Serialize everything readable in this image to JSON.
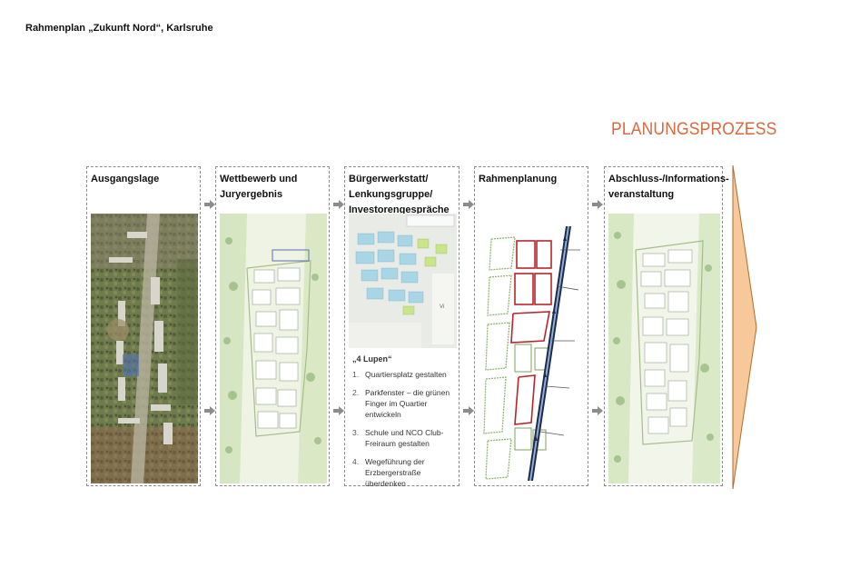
{
  "document": {
    "title": "Rahmenplan „Zukunft Nord“, Karlsruhe",
    "section_title": "PLANUNGSPROZESS"
  },
  "colors": {
    "accent": "#d9683e",
    "big_arrow_fill": "#f7c89a",
    "dashed_border": "#8a8a8a",
    "arrow_gray": "#8c8c8c",
    "plan_green": "#a9c98a",
    "plan_red": "#b8242a",
    "plan_road": "#1e2a4a"
  },
  "steps": [
    {
      "label": "Ausgangslage",
      "image": "aerial-photo"
    },
    {
      "label": "Wettbewerb und\nJuryergebnis",
      "image": "competition-site-plan"
    },
    {
      "label": "Bürgerwerkstatt/\nLenkungsgruppe/\nInvestorengespräche",
      "image": "workshop-photo-pinboard"
    },
    {
      "label": "Rahmenplanung",
      "image": "framework-plan-diagram"
    },
    {
      "label": "Abschluss-/Informations-\nveranstaltung",
      "image": "final-site-plan"
    }
  ],
  "lupen": {
    "title": "„4 Lupen“",
    "items": [
      {
        "num": "1.",
        "text": "Quartiersplatz gestalten"
      },
      {
        "num": "2.",
        "text": "Parkfenster – die grünen Finger im Quartier entwickeln"
      },
      {
        "num": "3.",
        "text": "Schule und NCO Club-Freiraum gestalten"
      },
      {
        "num": "4.",
        "text": "Wegeführung der Erzbergerstraße überdenken"
      }
    ]
  }
}
